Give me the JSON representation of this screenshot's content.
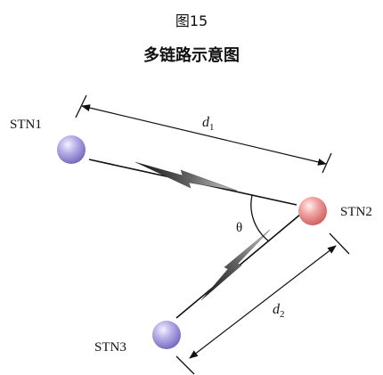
{
  "figure": {
    "caption": "图15",
    "title": "多链路示意图"
  },
  "stations": {
    "stn1": {
      "label": "STN1",
      "color": "#9a8fd6"
    },
    "stn2": {
      "label": "STN2",
      "color": "#ef8e8e"
    },
    "stn3": {
      "label": "STN3",
      "color": "#9a8fd6"
    }
  },
  "angle_label": "θ",
  "distance_labels": {
    "d1": {
      "base": "d",
      "sub": "1"
    },
    "d2": {
      "base": "d",
      "sub": "2"
    }
  }
}
